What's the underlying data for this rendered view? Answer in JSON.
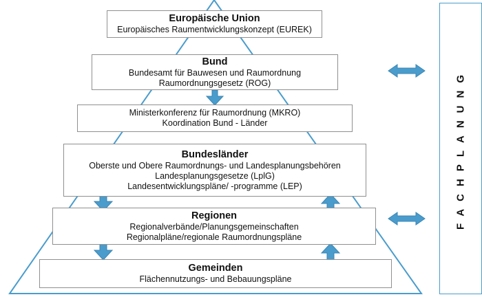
{
  "colors": {
    "arrow": "#4a9ccc",
    "arrow_stroke": "#3a86b3",
    "pyramid": "#4a9ccc",
    "box_border": "#8f8f8f"
  },
  "levels": [
    {
      "title": "Europäische Union",
      "lines": [
        "Europäisches Raumentwicklungskonzept (EUREK)"
      ]
    },
    {
      "title": "Bund",
      "lines": [
        "Bundesamt für Bauwesen und Raumordnung",
        "Raumordnungsgesetz (ROG)"
      ]
    },
    {
      "title": "",
      "lines": [
        "Ministerkonferenz für Raumordnung (MKRO)",
        "Koordination Bund - Länder"
      ]
    },
    {
      "title": "Bundesländer",
      "lines": [
        "Oberste und Obere Raumordnungs- und Landesplanungsbehören",
        "Landesplanungsgesetze (LplG)",
        "Landesentwicklungspläne/ -programme (LEP)"
      ]
    },
    {
      "title": "Regionen",
      "lines": [
        "Regionalverbände/Planungsgemeinschaften",
        "Regionalpläne/regionale Raumordnungspläne"
      ]
    },
    {
      "title": "Gemeinden",
      "lines": [
        "Flächennutzungs- und Bebauungspläne"
      ]
    }
  ],
  "side_panel": {
    "label": "FACHPLANUNG"
  }
}
